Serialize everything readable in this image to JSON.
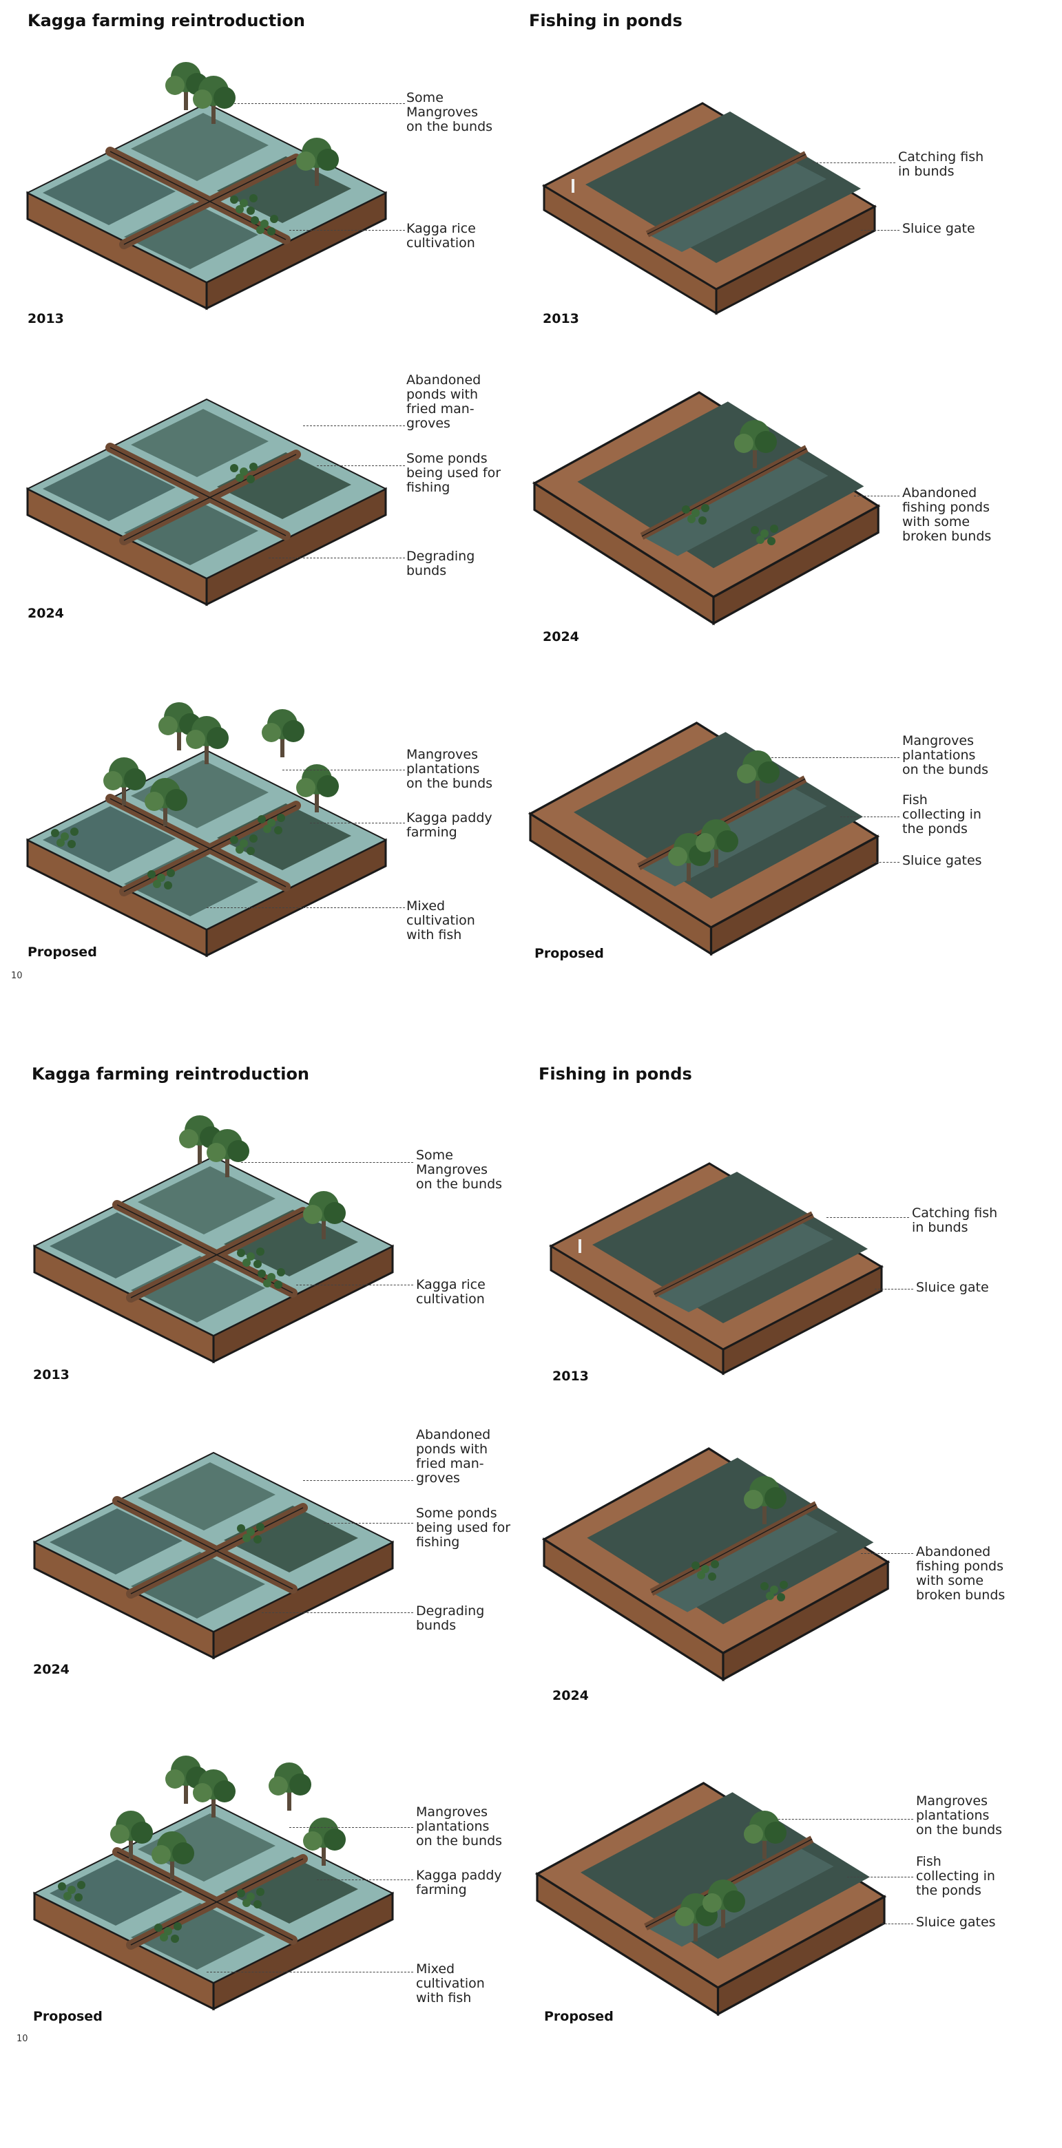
{
  "page_number": "10",
  "sections": [
    {
      "left": {
        "heading": "Kagga farming reintroduction",
        "panels": [
          {
            "year": "2013",
            "labels": [
              "Some\nMangroves\non the bunds",
              "Kagga rice\ncultivation"
            ]
          },
          {
            "year": "2024",
            "labels": [
              "Abandoned\nponds with\nfried man-\ngroves",
              "Some ponds\nbeing used for\nfishing",
              "Degrading\nbunds"
            ]
          },
          {
            "year": "Proposed",
            "labels": [
              "Mangroves\nplantations\non the bunds",
              "Kagga paddy\nfarming",
              "Mixed\ncultivation\nwith fish"
            ]
          }
        ]
      },
      "right": {
        "heading": "Fishing in ponds",
        "panels": [
          {
            "year": "2013",
            "labels": [
              "Catching fish\nin bunds",
              "Sluice gate"
            ]
          },
          {
            "year": "2024",
            "labels": [
              "Abandoned\nfishing ponds\nwith some\nbroken bunds"
            ]
          },
          {
            "year": "Proposed",
            "labels": [
              "Mangroves\nplantations\non the bunds",
              "Fish\ncollecting in\nthe ponds",
              "Sluice gates"
            ]
          }
        ]
      }
    },
    {
      "left": {
        "heading": "Kagga farming reintroduction",
        "panels": [
          {
            "year": "2013",
            "labels": [
              "Some\nMangroves\non the bunds",
              "Kagga rice\ncultivation"
            ]
          },
          {
            "year": "2024",
            "labels": [
              "Abandoned\nponds with\nfried man-\ngroves",
              "Some ponds\nbeing used for\nfishing",
              "Degrading\nbunds"
            ]
          },
          {
            "year": "Proposed",
            "labels": [
              "Mangroves\nplantations\non the bunds",
              "Kagga paddy\nfarming",
              "Mixed\ncultivation\nwith fish"
            ]
          }
        ]
      },
      "right": {
        "heading": "Fishing in ponds",
        "panels": [
          {
            "year": "2013",
            "labels": [
              "Catching fish\nin bunds",
              "Sluice gate"
            ]
          },
          {
            "year": "2024",
            "labels": [
              "Abandoned\nfishing ponds\nwith some\nbroken bunds"
            ]
          },
          {
            "year": "Proposed",
            "labels": [
              "Mangroves\nplantations\non the bunds",
              "Fish\ncollecting in\nthe ponds",
              "Sluice gates"
            ]
          }
        ]
      }
    }
  ]
}
